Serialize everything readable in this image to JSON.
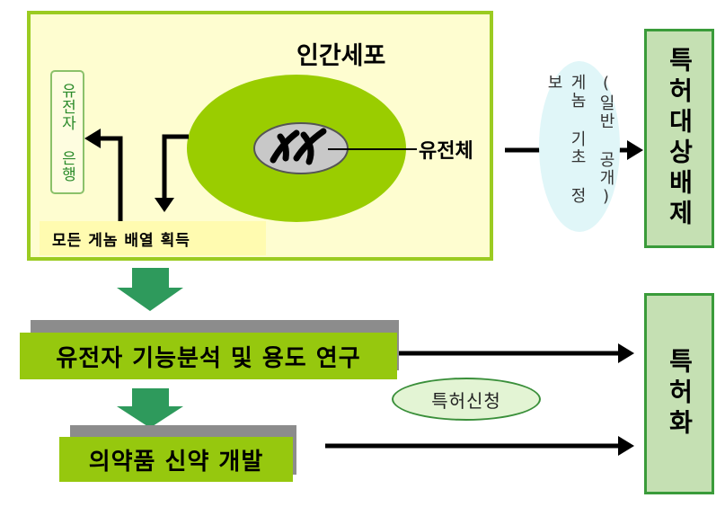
{
  "cell": {
    "title": "인간세포",
    "gene_bank": "유전자 은행",
    "genome_sequence": "모든 게놈 배열 획득",
    "chromosome": "유전체"
  },
  "info": {
    "line1": "(일반 공개)",
    "line2": "게놈 기초 정보"
  },
  "right": {
    "excluded": "특허대상배제",
    "patent": "특허화"
  },
  "stages": {
    "function_analysis": "유전자 기능분석 및 용도 연구",
    "drug_development": "의약품 신약 개발"
  },
  "patent_application": "특허신청",
  "colors": {
    "green_fill": "#96c80e",
    "cell_outer": "#9acd00",
    "nucleus": "#c8c8c8",
    "down_arrow": "#2e9a5c",
    "box_fill": "#c5e0b3"
  }
}
